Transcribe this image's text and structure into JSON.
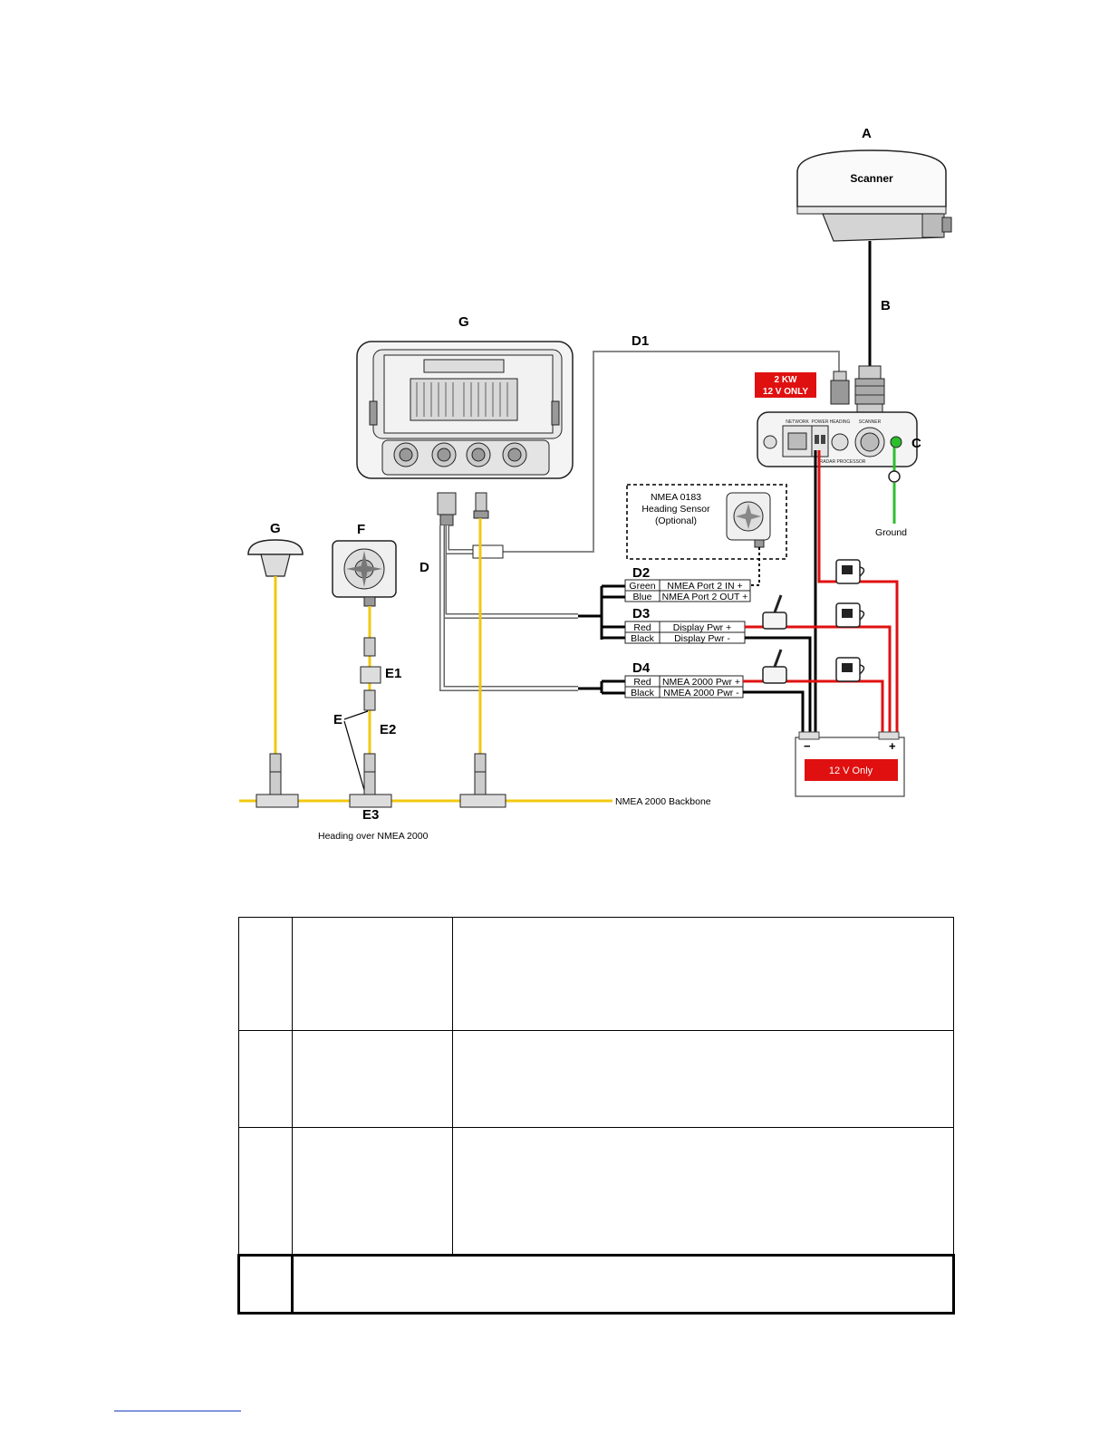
{
  "labels": {
    "A": "A",
    "B": "B",
    "C": "C",
    "D": "D",
    "D1": "D1",
    "D2": "D2",
    "D3": "D3",
    "D4": "D4",
    "E": "E",
    "E1": "E1",
    "E2": "E2",
    "E3": "E3",
    "F": "F",
    "G_display": "G",
    "G_antenna": "G"
  },
  "scanner": {
    "name": "Scanner"
  },
  "power_badge": {
    "line1": "2 KW",
    "line2": "12 V ONLY"
  },
  "processor": {
    "network": "NETWORK",
    "power": "POWER",
    "heading": "HEADING",
    "scanner": "SCANNER",
    "name": "RADAR PROCESSOR"
  },
  "ground": "Ground",
  "heading_sensor": {
    "line1": "NMEA 0183",
    "line2": "Heading Sensor",
    "line3": "(Optional)"
  },
  "wires": {
    "d2": [
      {
        "color": "Green",
        "function": "NMEA Port 2 IN +"
      },
      {
        "color": "Blue",
        "function": "NMEA Port 2 OUT +"
      }
    ],
    "d3": [
      {
        "color": "Red",
        "function": "Display Pwr +"
      },
      {
        "color": "Black",
        "function": "Display Pwr -"
      }
    ],
    "d4": [
      {
        "color": "Red",
        "function": "NMEA 2000 Pwr +"
      },
      {
        "color": "Black",
        "function": "NMEA 2000 Pwr -"
      }
    ]
  },
  "battery": {
    "minus": "−",
    "plus": "+",
    "label": "12 V Only"
  },
  "backbone": "NMEA 2000 Backbone",
  "heading_over_nmea": "Heading over NMEA 2000",
  "colors": {
    "nmea_cable": "#f2c80f",
    "positive": "#e01010",
    "negative": "#000000",
    "ground": "#2cbf2c",
    "warning_badge": "#e01010",
    "gray_cable": "#888888"
  }
}
